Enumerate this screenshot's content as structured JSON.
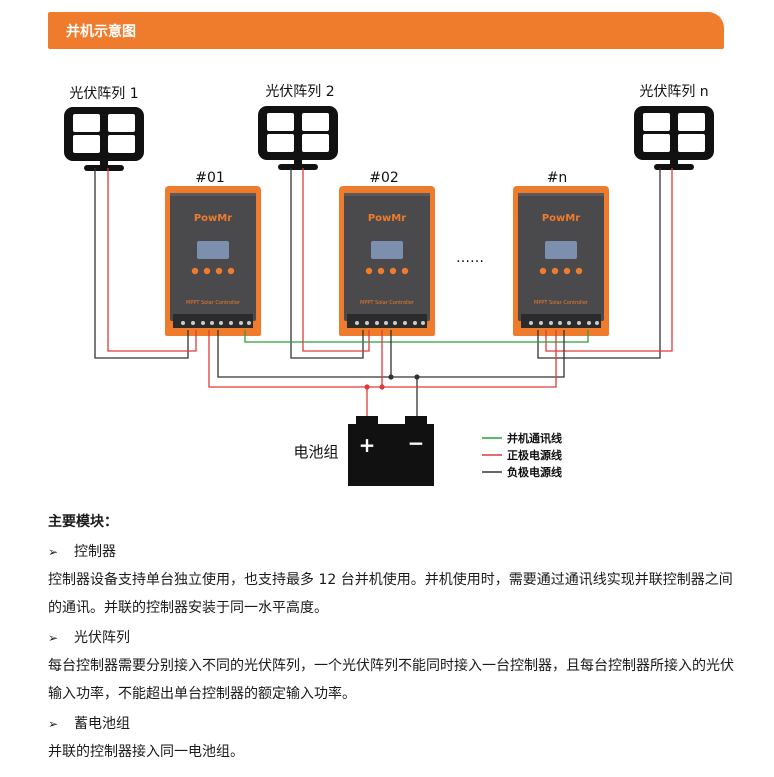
{
  "header": {
    "title": "并机示意图"
  },
  "diagram": {
    "panels": [
      {
        "label": "光伏阵列 1"
      },
      {
        "label": "光伏阵列 2"
      },
      {
        "label": "光伏阵列 n"
      }
    ],
    "controllers": [
      {
        "label": "#01",
        "brand": "PowMr",
        "model": "MPPT Solar Controller"
      },
      {
        "label": "#02",
        "brand": "PowMr",
        "model": "MPPT Solar Controller"
      },
      {
        "label": "#n",
        "brand": "PowMr",
        "model": "MPPT Solar Controller"
      }
    ],
    "ellipsis": "……",
    "battery": {
      "label": "电池组",
      "plus": "+",
      "minus": "−"
    },
    "legend": [
      {
        "label": "并机通讯线",
        "color": "#2e9e3e"
      },
      {
        "label": "正极电源线",
        "color": "#e03a3a"
      },
      {
        "label": "负极电源线",
        "color": "#333333"
      }
    ],
    "colors": {
      "orange": "#ef7b2c",
      "controller_body": "#4a4a4c",
      "comm_line": "#2e9e3e",
      "positive_line": "#e03a3a",
      "negative_line": "#333333"
    }
  },
  "content": {
    "heading": "主要模块：",
    "sections": [
      {
        "title": "控制器",
        "text": "控制器设备支持单台独立使用，也支持最多 12 台并机使用。并机使用时，需要通过通讯线实现并联控制器之间的通讯。并联的控制器安装于同一水平高度。"
      },
      {
        "title": "光伏阵列",
        "text": "每台控制器需要分别接入不同的光伏阵列，一个光伏阵列不能同时接入一台控制器，且每台控制器所接入的光伏输入功率，不能超出单台控制器的额定输入功率。"
      },
      {
        "title": "蓄电池组",
        "text": "并联的控制器接入同一电池组。"
      }
    ]
  }
}
